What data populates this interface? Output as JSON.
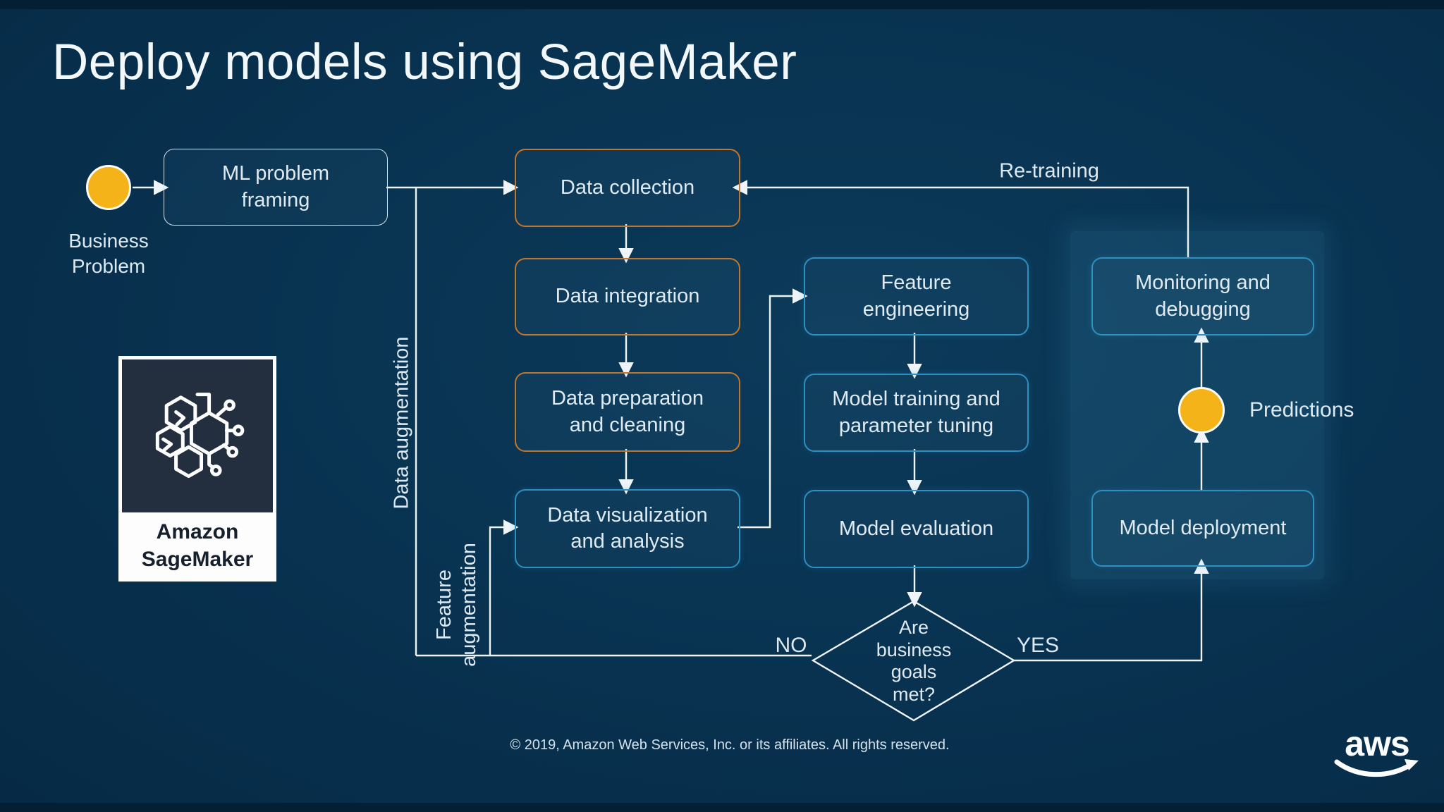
{
  "slide": {
    "title": "Deploy models using SageMaker",
    "footer": "© 2019, Amazon Web Services, Inc. or its affiliates. All rights reserved."
  },
  "colors": {
    "background": "#083250",
    "orange": "#c0762c",
    "blue": "#2e8fc0",
    "yellow": "#f5b31a",
    "line": "#eef4f8"
  },
  "nodes": {
    "ml_problem_framing": {
      "label": "ML problem\nframing"
    },
    "data_collection": {
      "label": "Data collection"
    },
    "data_integration": {
      "label": "Data integration"
    },
    "data_preparation": {
      "label": "Data preparation\nand cleaning"
    },
    "data_visualization": {
      "label": "Data visualization\nand analysis"
    },
    "feature_engineering": {
      "label": "Feature\nengineering"
    },
    "model_training": {
      "label": "Model training and\nparameter tuning"
    },
    "model_evaluation": {
      "label": "Model evaluation"
    },
    "monitoring": {
      "label": "Monitoring and\ndebugging"
    },
    "model_deployment": {
      "label": "Model deployment"
    },
    "decision": {
      "label": "Are\nbusiness\ngoals\nmet?"
    }
  },
  "labels": {
    "business_problem": "Business\nProblem",
    "predictions": "Predictions",
    "retraining": "Re-training",
    "data_augmentation": "Data augmentation",
    "feature_augmentation": "Feature\naugmentation",
    "no": "NO",
    "yes": "YES"
  },
  "logo_card": {
    "line1": "Amazon",
    "line2": "SageMaker"
  },
  "aws_logo": {
    "text": "aws"
  }
}
